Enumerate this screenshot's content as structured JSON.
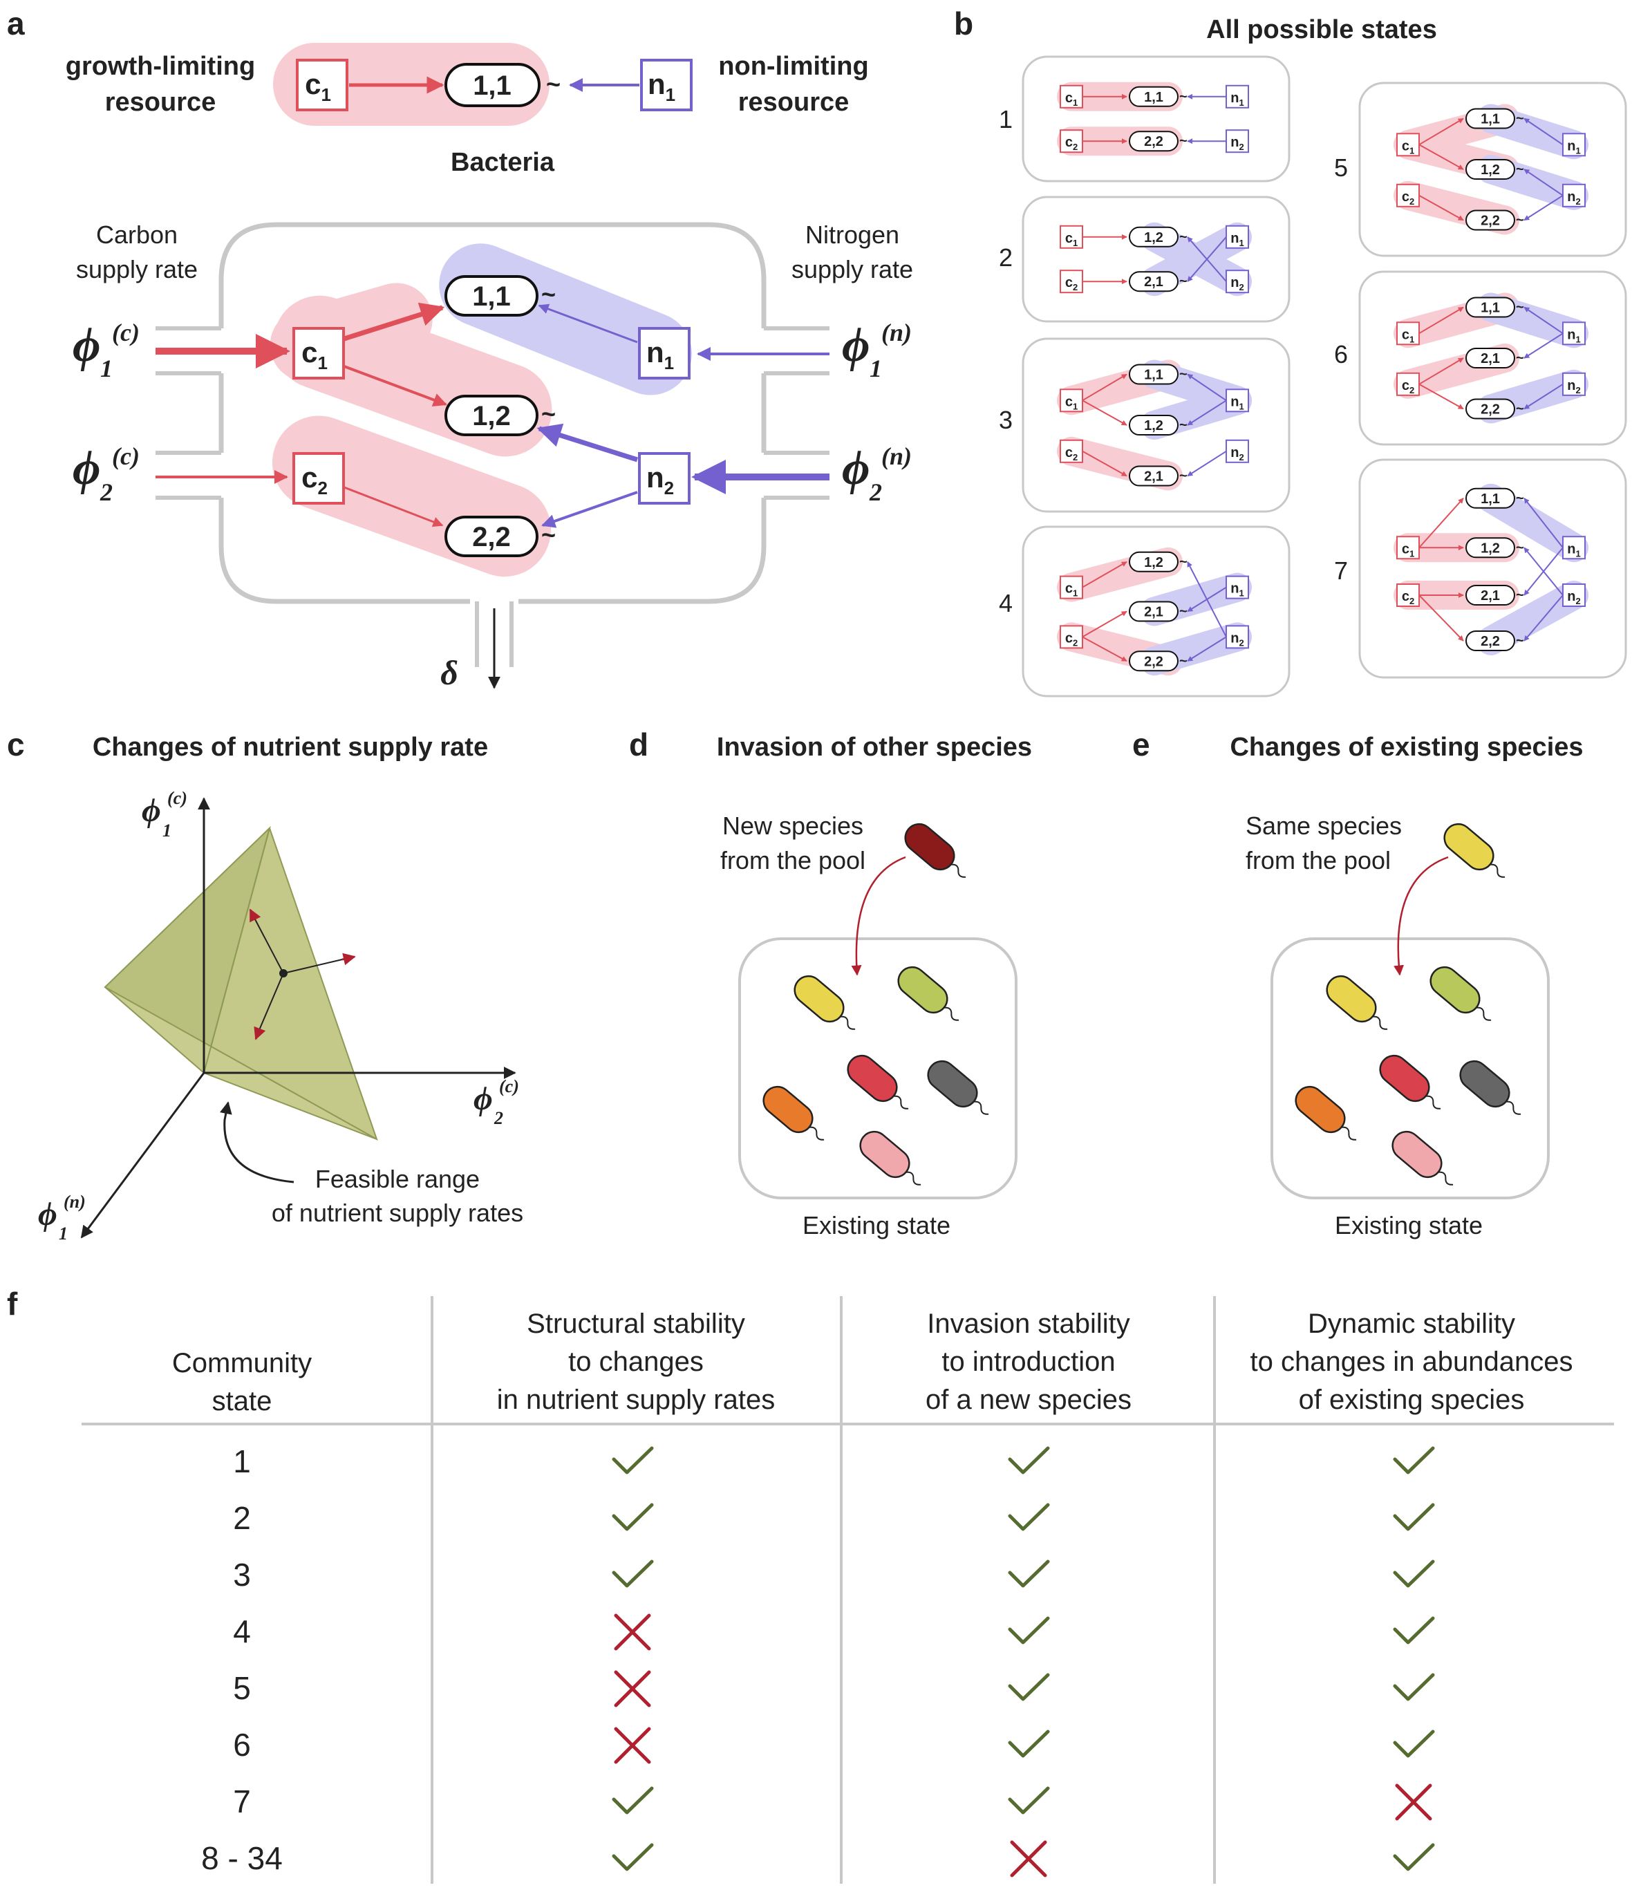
{
  "panels": {
    "a": {
      "letter": "a",
      "growth_label": [
        "growth-limiting",
        "resource"
      ],
      "nonlimiting_label": [
        "non-limiting",
        "resource"
      ],
      "bacteria_label": "Bacteria",
      "carbon_label": [
        "Carbon",
        "supply rate"
      ],
      "nitrogen_label": [
        "Nitrogen",
        "supply rate"
      ],
      "phi": "ϕ",
      "sup_c": "(c)",
      "sup_n": "(n)",
      "sub_1": "1",
      "sub_2": "2",
      "c": "c",
      "n": "n",
      "sp11": "1,1",
      "sp12": "1,2",
      "sp22": "2,2",
      "delta": "δ"
    },
    "b": {
      "letter": "b",
      "title": "All possible states",
      "state_numbers": [
        "1",
        "2",
        "3",
        "4",
        "5",
        "6",
        "7"
      ],
      "species_labels": [
        "1,1",
        "1,2",
        "2,1",
        "2,2"
      ]
    },
    "c": {
      "letter": "c",
      "title": "Changes of nutrient supply rate",
      "feasible_label": [
        "Feasible range",
        "of nutrient supply rates"
      ]
    },
    "d": {
      "letter": "d",
      "title": "Invasion of other species",
      "pool_label": [
        "New species",
        "from the pool"
      ],
      "existing_label": "Existing state"
    },
    "e": {
      "letter": "e",
      "title": "Changes of existing species",
      "pool_label": [
        "Same species",
        "from the pool"
      ],
      "existing_label": "Existing state"
    },
    "f": {
      "letter": "f",
      "headers": [
        [
          "Community",
          "state"
        ],
        [
          "Structural stability",
          "to changes",
          "in nutrient supply rates"
        ],
        [
          "Invasion stability",
          "to introduction",
          "of a new species"
        ],
        [
          "Dynamic stability",
          "to changes in abundances",
          "of existing species"
        ]
      ],
      "rows": [
        {
          "state": "1",
          "structural": true,
          "invasion": true,
          "dynamic": true
        },
        {
          "state": "2",
          "structural": true,
          "invasion": true,
          "dynamic": true
        },
        {
          "state": "3",
          "structural": true,
          "invasion": true,
          "dynamic": true
        },
        {
          "state": "4",
          "structural": false,
          "invasion": true,
          "dynamic": true
        },
        {
          "state": "5",
          "structural": false,
          "invasion": true,
          "dynamic": true
        },
        {
          "state": "6",
          "structural": false,
          "invasion": true,
          "dynamic": true
        },
        {
          "state": "7",
          "structural": true,
          "invasion": true,
          "dynamic": false
        },
        {
          "state": "8 - 34",
          "structural": true,
          "invasion": false,
          "dynamic": true
        }
      ]
    }
  },
  "colors": {
    "carbon": "#e0505a",
    "carbon_fill": "#f7cdd3",
    "nitrogen": "#7560d0",
    "nitrogen_fill": "#cfcdf3",
    "check": "#556b2f",
    "cross": "#b0202f",
    "tetra": "#c4c98a",
    "species": [
      "#e8d44d",
      "#b8c85a",
      "#d9414d",
      "#666666",
      "#e87a2c",
      "#f0a8ad"
    ],
    "invader_new": "#8b1a1a",
    "invader_same": "#e8d44d"
  }
}
